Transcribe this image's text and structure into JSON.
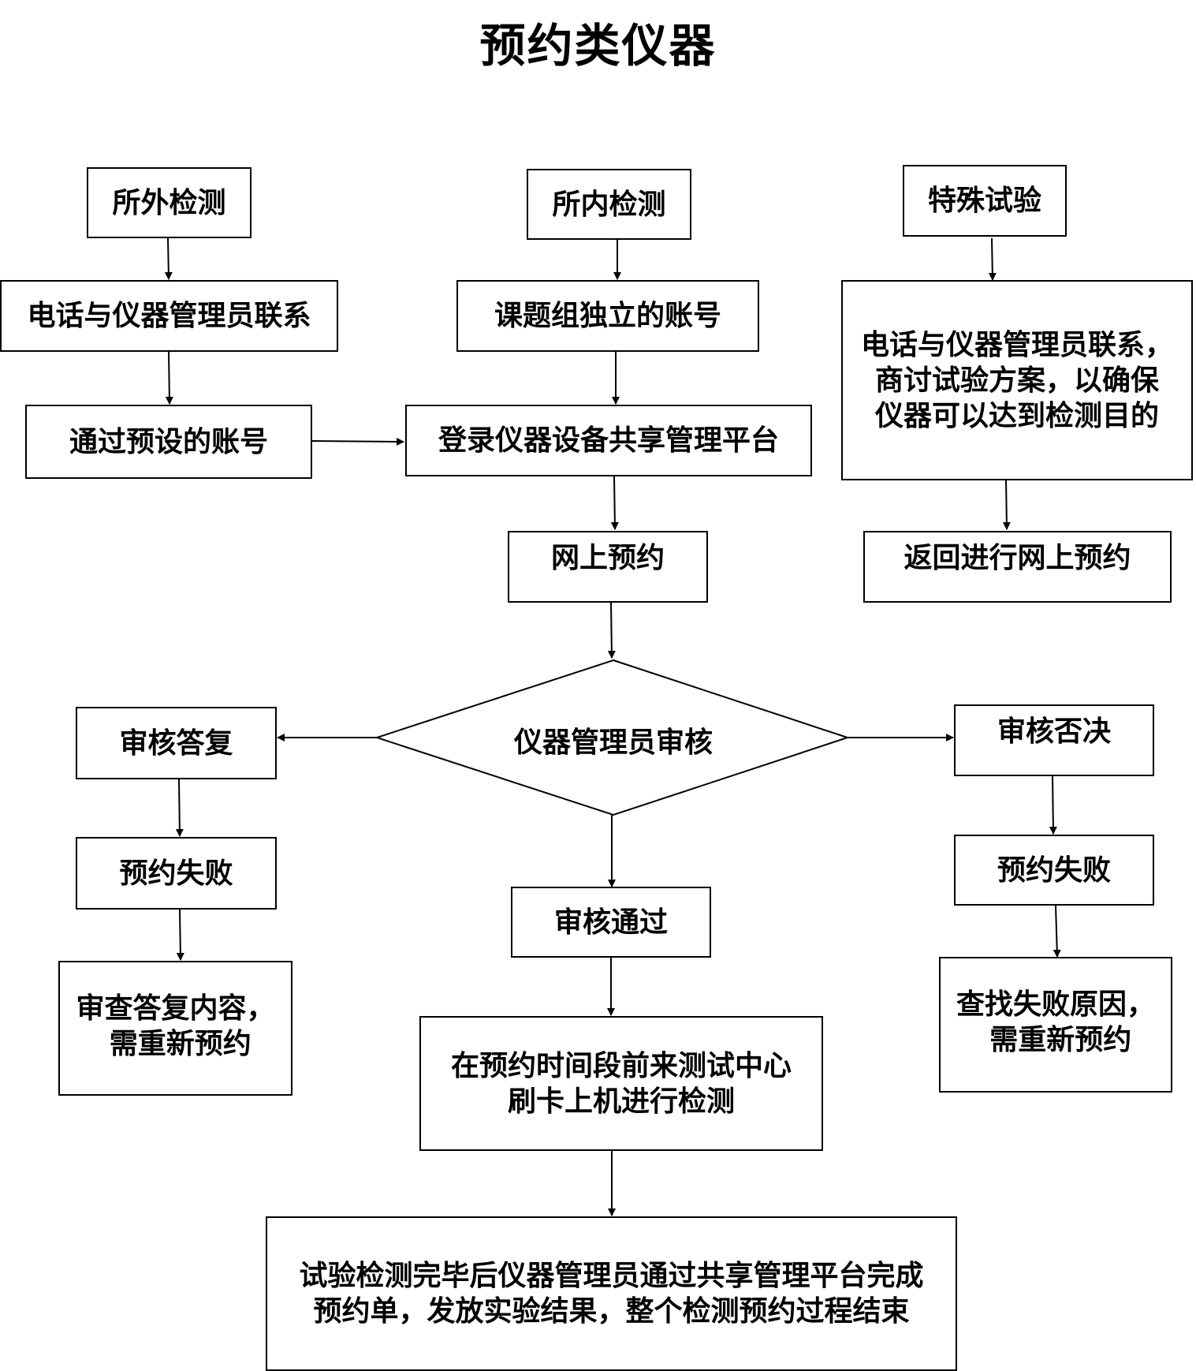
{
  "title": "预约类仪器",
  "nodes": {
    "out_test": "所外检测",
    "in_test": "所内检测",
    "special_test": "特殊试验",
    "out_phone": "电话与仪器管理员联系",
    "in_account": "课题组独立的账号",
    "special_phone": "电话与仪器管理员联系，\n商讨试验方案，以确保\n仪器可以达到检测目的",
    "out_preset_account": "通过预设的账号",
    "login_platform": "登录仪器设备共享管理平台",
    "online_booking": "网上预约",
    "return_booking": "返回进行网上预约",
    "admin_review": "仪器管理员审核",
    "review_reply": "审核答复",
    "review_reject": "审核否决",
    "fail_left": "预约失败",
    "fail_right": "预约失败",
    "review_pass": "审核通过",
    "check_reply": "审查答复内容，\n 需重新预约",
    "find_reason": "查找失败原因，\n 需重新预约",
    "on_site_test": "在预约时间段前来测试中心\n刷卡上机进行检测",
    "finish": "试验检测完毕后仪器管理员通过共享管理平台完成\n预约单，发放实验结果，整个检测预约过程结束"
  }
}
